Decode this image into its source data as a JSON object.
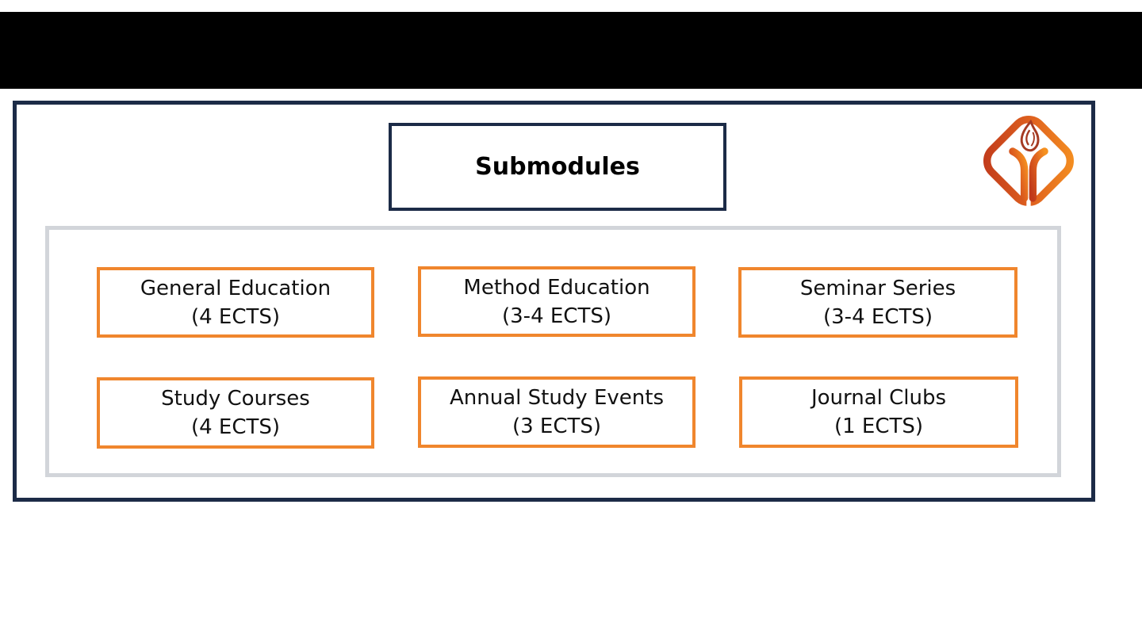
{
  "title_box": {
    "label": "Submodules"
  },
  "modules": [
    {
      "name": "General Education",
      "ects": "(4 ECTS)"
    },
    {
      "name": "Method Education",
      "ects": "(3-4 ECTS)"
    },
    {
      "name": "Seminar Series",
      "ects": "(3-4 ECTS)"
    },
    {
      "name": "Study Courses",
      "ects": "(4 ECTS)"
    },
    {
      "name": "Annual Study Events",
      "ects": "(3 ECTS)"
    },
    {
      "name": "Journal Clubs",
      "ects": "(1 ECTS)"
    }
  ],
  "logo": {
    "icon": "flame-diamond-logo"
  },
  "colors": {
    "top_bar": "#000000",
    "panel_border": "#1c2b47",
    "container_border": "#d2d5da",
    "module_border": "#f0862d",
    "logo_orange_light": "#f59120",
    "logo_orange_dark": "#c0391b",
    "logo_flame_red": "#a53a22",
    "text": "#111111"
  }
}
